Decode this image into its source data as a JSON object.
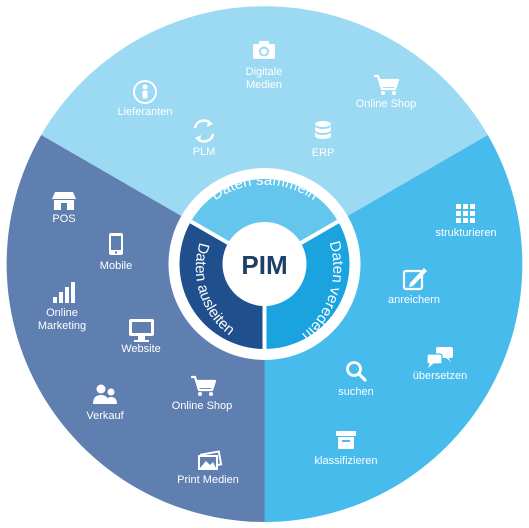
{
  "center": {
    "label": "PIM"
  },
  "ring": {
    "collect": "Daten sammeln",
    "enrich": "Daten veredeln",
    "distribute": "Daten ausleiten"
  },
  "sectors": {
    "collect": {
      "color": "#9cd9f2",
      "items": [
        {
          "label": "Digitale",
          "label2": "Medien",
          "icon": "camera-icon"
        },
        {
          "label": "Lieferanten",
          "icon": "supplier-icon"
        },
        {
          "label": "Online Shop",
          "icon": "cart-icon"
        },
        {
          "label": "PLM",
          "icon": "sync-icon"
        },
        {
          "label": "ERP",
          "icon": "database-icon"
        }
      ]
    },
    "enrich": {
      "color": "#47bbeb",
      "items": [
        {
          "label": "strukturieren",
          "icon": "grid-icon"
        },
        {
          "label": "anreichern",
          "icon": "edit-icon"
        },
        {
          "label": "übersetzen",
          "icon": "chat-icon"
        },
        {
          "label": "suchen",
          "icon": "search-icon"
        },
        {
          "label": "klassifizieren",
          "icon": "archive-icon"
        }
      ]
    },
    "distribute": {
      "color": "#5f7fb1",
      "items": [
        {
          "label": "POS",
          "icon": "store-icon"
        },
        {
          "label": "Mobile",
          "icon": "mobile-icon"
        },
        {
          "label": "Online",
          "label2": "Marketing",
          "icon": "bar-chart-icon"
        },
        {
          "label": "Website",
          "icon": "monitor-icon"
        },
        {
          "label": "Verkauf",
          "icon": "people-icon"
        },
        {
          "label": "Online Shop",
          "icon": "cart-icon"
        },
        {
          "label": "Print Medien",
          "icon": "image-icon"
        }
      ]
    }
  },
  "ring_colors": {
    "collect": "#64c6ec",
    "enrich": "#1aa3df",
    "distribute": "#1f4f8c",
    "center_text": "#1e3f66"
  }
}
